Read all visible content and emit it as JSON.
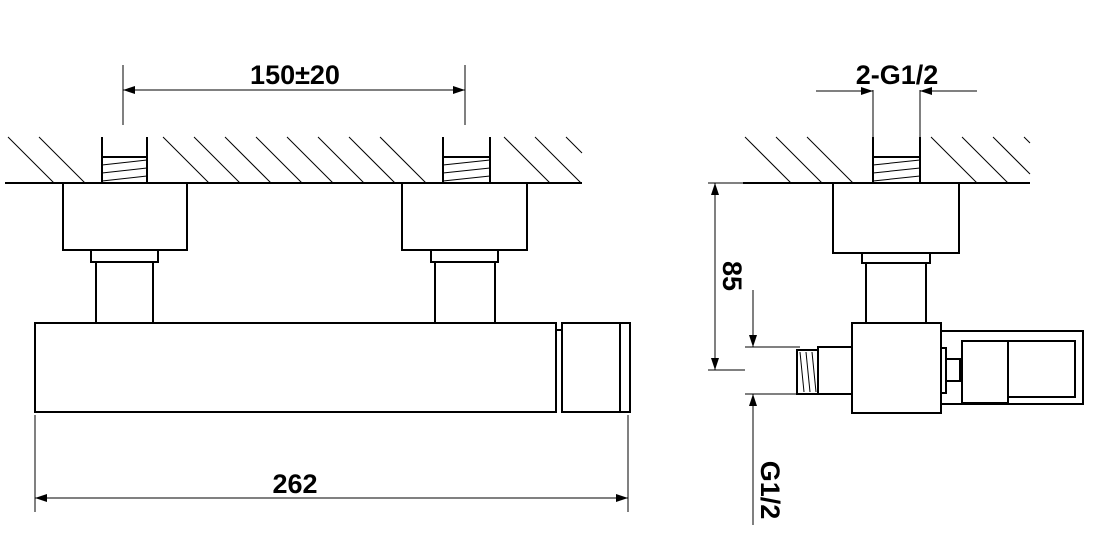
{
  "drawing": {
    "front_view": {
      "pipe_spacing_label": "150±20",
      "overall_length_label": "262"
    },
    "side_view": {
      "inlet_thread_label": "2-G1/2",
      "projection_label": "85",
      "outlet_thread_label": "G1/2"
    },
    "line_color": "#000000"
  }
}
